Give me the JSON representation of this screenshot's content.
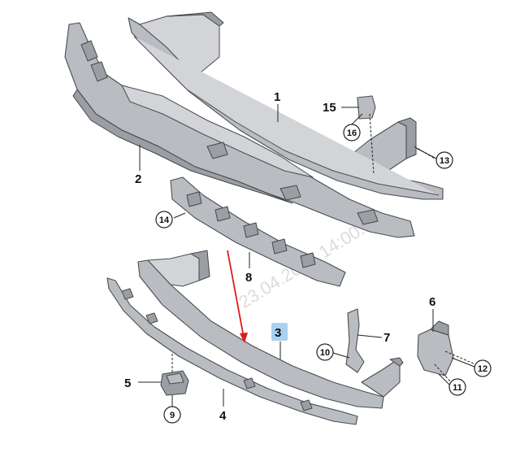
{
  "diagram": {
    "watermark": "23.04.2018 14:00:43",
    "callouts": [
      {
        "id": "1",
        "text": "1",
        "circled": false,
        "highlighted": false
      },
      {
        "id": "2",
        "text": "2",
        "circled": false,
        "highlighted": false
      },
      {
        "id": "3",
        "text": "3",
        "circled": false,
        "highlighted": true
      },
      {
        "id": "4",
        "text": "4",
        "circled": false,
        "highlighted": false
      },
      {
        "id": "5",
        "text": "5",
        "circled": false,
        "highlighted": false
      },
      {
        "id": "6",
        "text": "6",
        "circled": false,
        "highlighted": false
      },
      {
        "id": "7",
        "text": "7",
        "circled": false,
        "highlighted": false
      },
      {
        "id": "8",
        "text": "8",
        "circled": false,
        "highlighted": false
      },
      {
        "id": "9",
        "text": "9",
        "circled": true,
        "highlighted": false
      },
      {
        "id": "10",
        "text": "10",
        "circled": true,
        "highlighted": false
      },
      {
        "id": "11",
        "text": "11",
        "circled": true,
        "highlighted": false
      },
      {
        "id": "12",
        "text": "12",
        "circled": true,
        "highlighted": false
      },
      {
        "id": "13",
        "text": "13",
        "circled": true,
        "highlighted": false
      },
      {
        "id": "14",
        "text": "14",
        "circled": true,
        "highlighted": false
      },
      {
        "id": "15",
        "text": "15",
        "circled": false,
        "highlighted": false
      },
      {
        "id": "16",
        "text": "16",
        "circled": true,
        "highlighted": false
      }
    ],
    "colors": {
      "part_fill": "#b9bcc0",
      "part_outline": "#4a4d52",
      "highlight_bg": "#a9d1f0",
      "arrow": "#e01b1b",
      "watermark": "#dcdcdc"
    }
  }
}
